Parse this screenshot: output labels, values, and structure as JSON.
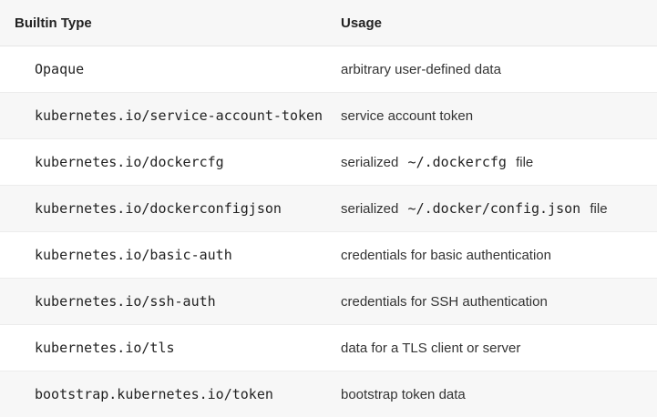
{
  "table": {
    "headers": {
      "type": "Builtin Type",
      "usage": "Usage"
    },
    "rows": [
      {
        "type": "Opaque",
        "usage_pre": "arbitrary user-defined data",
        "usage_code": "",
        "usage_post": ""
      },
      {
        "type": "kubernetes.io/service-account-token",
        "usage_pre": "service account token",
        "usage_code": "",
        "usage_post": ""
      },
      {
        "type": "kubernetes.io/dockercfg",
        "usage_pre": "serialized",
        "usage_code": "~/.dockercfg",
        "usage_post": "file"
      },
      {
        "type": "kubernetes.io/dockerconfigjson",
        "usage_pre": "serialized",
        "usage_code": "~/.docker/config.json",
        "usage_post": "file"
      },
      {
        "type": "kubernetes.io/basic-auth",
        "usage_pre": "credentials for basic authentication",
        "usage_code": "",
        "usage_post": ""
      },
      {
        "type": "kubernetes.io/ssh-auth",
        "usage_pre": "credentials for SSH authentication",
        "usage_code": "",
        "usage_post": ""
      },
      {
        "type": "kubernetes.io/tls",
        "usage_pre": "data for a TLS client or server",
        "usage_code": "",
        "usage_post": ""
      },
      {
        "type": "bootstrap.kubernetes.io/token",
        "usage_pre": "bootstrap token data",
        "usage_code": "",
        "usage_post": ""
      }
    ]
  }
}
